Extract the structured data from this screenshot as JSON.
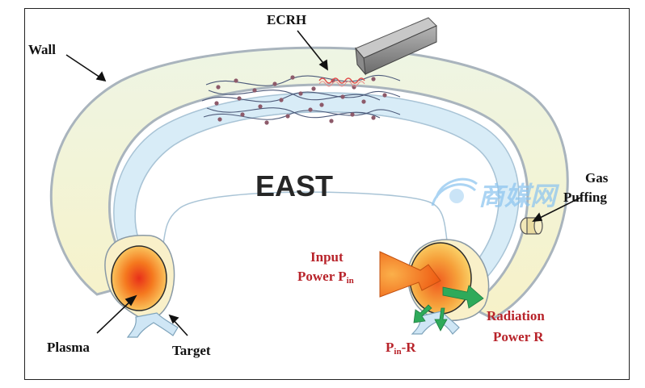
{
  "title": "EAST",
  "labels": {
    "wall": "Wall",
    "ecrh": "ECRH",
    "gas_puffing_line1": "Gas",
    "gas_puffing_line2": "Puffing",
    "input_power_line1": "Input",
    "input_power_line2": "Power P",
    "input_power_sub": "in",
    "pin_minus_r_sub": "in",
    "pin_minus_r_prefix": "P",
    "pin_minus_r_suffix": "-R",
    "radiation_line1": "Radiation",
    "radiation_line2": "Power R",
    "plasma": "Plasma",
    "target": "Target"
  },
  "watermark": "商媒网",
  "colors": {
    "wall_outline": "#a9b4bd",
    "vessel_fill": "#f6f3cf",
    "inner_blue": "#cfe6f5",
    "red_label": "#b8232a",
    "green_arrow": "#2eaa5a",
    "orange_arrow": "#f07a1e"
  },
  "icons": {
    "ecrh_waveguide": "waveguide-icon",
    "gas_valve": "gas-valve-icon",
    "watermark_logo": "swirl-logo-icon"
  }
}
